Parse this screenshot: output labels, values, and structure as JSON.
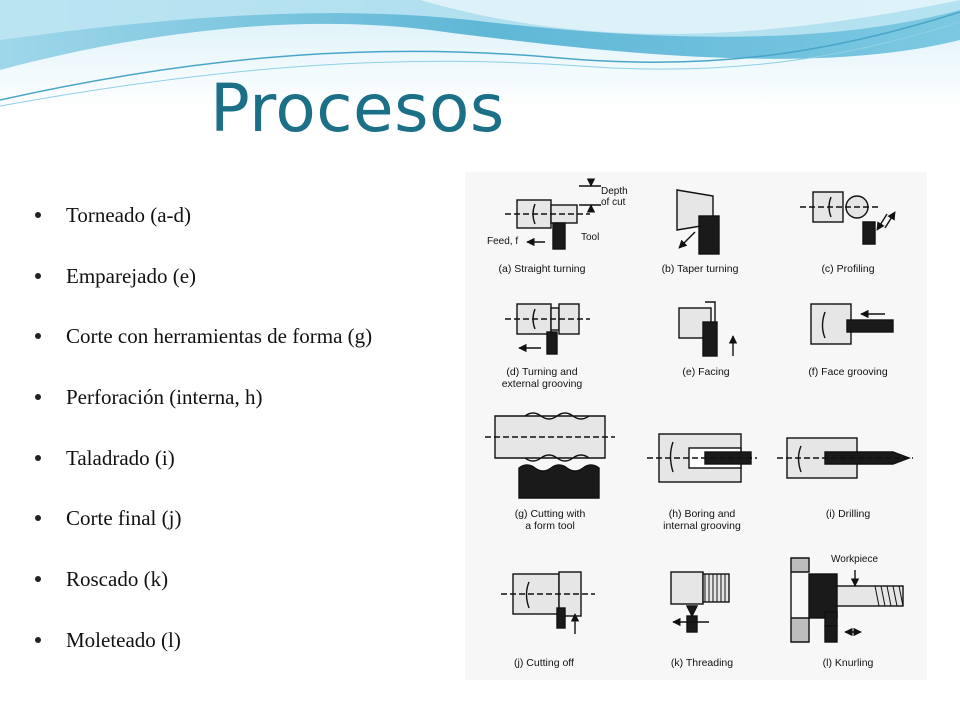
{
  "slide": {
    "title": "Procesos",
    "bullets": [
      "Torneado (a-d)",
      "Emparejado (e)",
      "Corte con herramientas de forma (g)",
      "Perforación (interna, h)",
      "Taladrado (i)",
      "Corte final (j)",
      "Roscado (k)",
      "Moleteado (l)"
    ],
    "colors": {
      "title": "#1b6f86",
      "wave_dark": "#5fb7d6",
      "wave_light": "#bfe6f3"
    }
  },
  "figure": {
    "captions": [
      "(a) Straight turning",
      "(b) Taper turning",
      "(c) Profiling",
      "(d) Turning and\nexternal grooving",
      "(e) Facing",
      "(f) Face grooving",
      "(g) Cutting with\na form tool",
      "(h) Boring and\ninternal grooving",
      "(i) Drilling",
      "(j) Cutting off",
      "(k) Threading",
      "(l) Knurling"
    ],
    "labels": {
      "depth_of_cut": "Depth\nof cut",
      "tool": "Tool",
      "feed": "Feed, f",
      "workpiece": "Workpiece"
    }
  }
}
